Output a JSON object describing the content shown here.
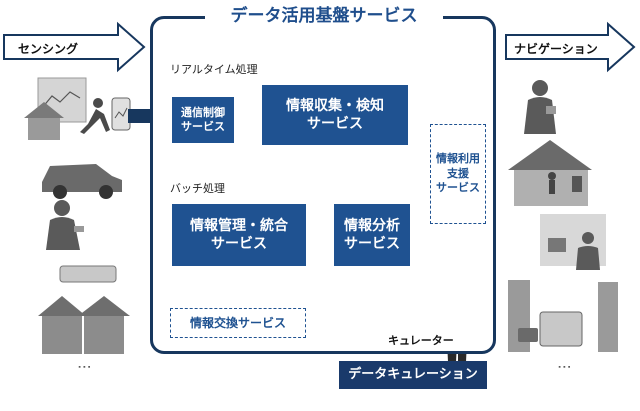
{
  "title": "データ活用基盤サービス",
  "sensing_label": "センシング",
  "navigation_label": "ナビゲーション",
  "realtime_label": "リアルタイム処理",
  "batch_label": "バッチ処理",
  "boxes": {
    "comm_control": "通信制御\nサービス",
    "collect_detect": "情報収集・検知\nサービス",
    "manage_integrate": "情報管理・統合\nサービス",
    "analysis": "情報分析\nサービス",
    "utilization": "情報利用\n支援\nサービス",
    "exchange": "情報交換サービス"
  },
  "curator_label": "キュレーター",
  "curation_label": "データキュレーション",
  "ellipsis": "⋮",
  "colors": {
    "navy": "#1f5291",
    "dark": "#17375e",
    "gray": "#808080"
  }
}
